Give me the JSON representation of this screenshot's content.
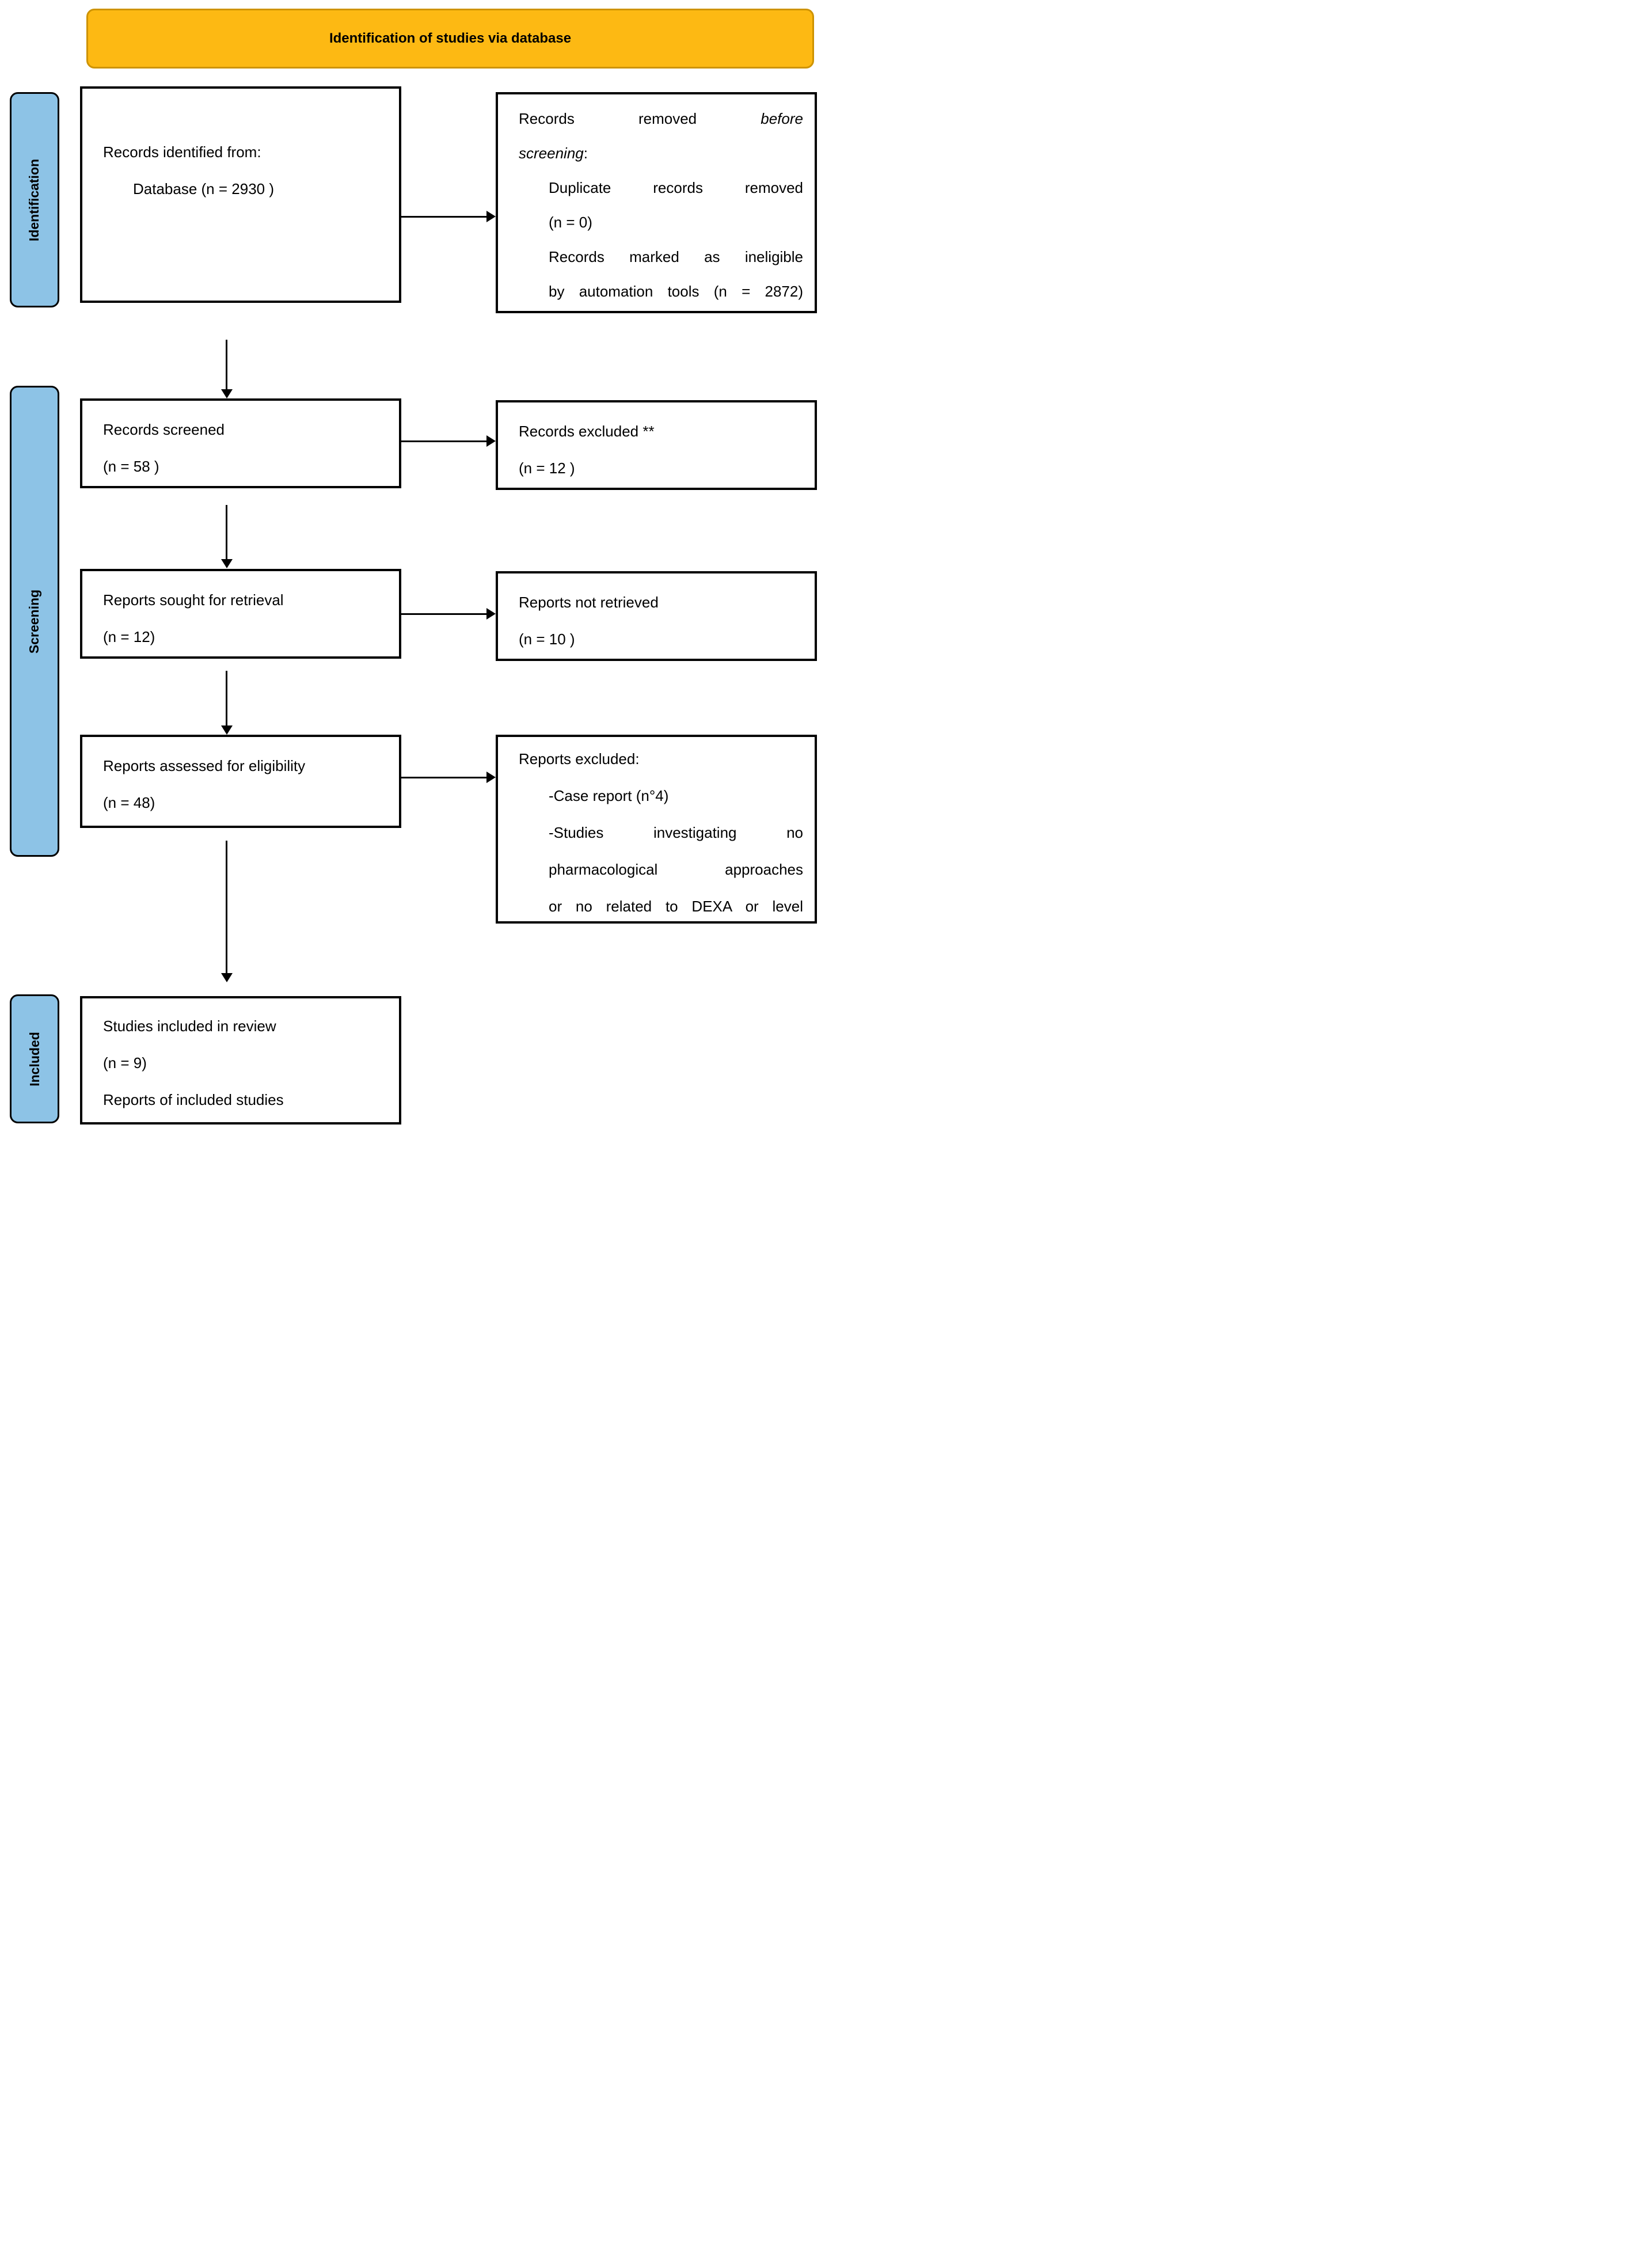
{
  "header": {
    "title": "Identification of studies via database"
  },
  "colors": {
    "header_bg": "#FDB913",
    "header_edge": "#CE9300",
    "stage_bg": "#8DC3E6",
    "border": "#000000"
  },
  "stages": [
    {
      "label": "Identification"
    },
    {
      "label": "Screening"
    },
    {
      "label": "Included"
    }
  ],
  "boxes": {
    "records_identified": {
      "l1": "Records identified from:",
      "l2": "Database (n = 2930 )"
    },
    "records_removed": {
      "l1_text": "Records removed ",
      "l1_em": "before",
      "l2_em": "screening",
      "l2_text": ":",
      "l3": "Duplicate records removed",
      "l4": "(n = 0)",
      "l5": "Records marked as ineligible",
      "l6": "by automation tools (n = 2872)"
    },
    "records_screened": {
      "l1": "Records screened",
      "l2": "(n = 58 )"
    },
    "records_excluded": {
      "l1": "Records excluded **",
      "l2": "(n = 12 )"
    },
    "reports_sought": {
      "l1": "Reports sought for retrieval",
      "l2": "(n = 12)"
    },
    "reports_not_retrieved": {
      "l1": "Reports not retrieved",
      "l2": "(n = 10 )"
    },
    "reports_assessed": {
      "l1": "Reports assessed for eligibility",
      "l2": "(n = 48)"
    },
    "reports_excluded": {
      "l1": "Reports excluded:",
      "l2": "-Case report (n°4)",
      "l3": "-Studies investigating no",
      "l4": "pharmacological approaches",
      "l5": "or no related to DEXA or level"
    },
    "studies_included": {
      "l1": "Studies included in review",
      "l2": "(n = 9)",
      "l3": "Reports of included studies"
    }
  }
}
